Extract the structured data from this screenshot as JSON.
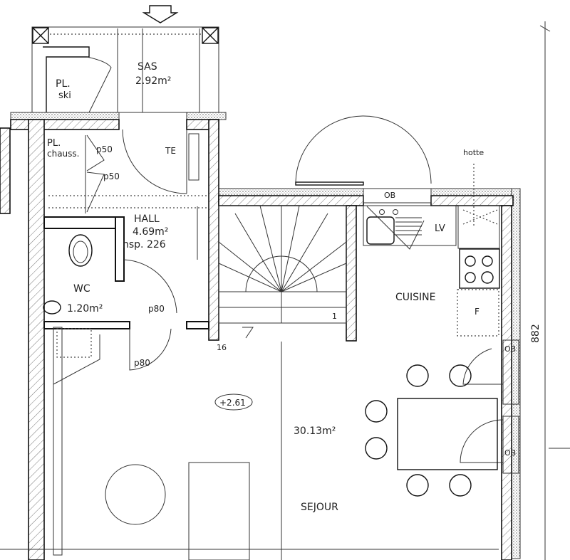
{
  "plan": {
    "entry_arrow": "down-arrow-icon",
    "rooms": {
      "sas": {
        "name": "SAS",
        "area": "2.92m²"
      },
      "ski": {
        "name": "PL.",
        "sub": "ski"
      },
      "chauss": {
        "name": "PL.",
        "sub": "chauss."
      },
      "hall": {
        "name": "HALL",
        "area": "4.69m²",
        "height": "hsp. 226"
      },
      "wc": {
        "name": "WC",
        "area": "1.20m²"
      },
      "cuisine": {
        "name": "CUISINE"
      },
      "sejour": {
        "name": "SEJOUR",
        "area": "30.13m²"
      }
    },
    "labels": {
      "p50_a": "p50",
      "p50_b": "p50",
      "te": "TE",
      "p80_wc": "p80",
      "p80_sejour": "p80",
      "ob_top": "OB",
      "ob_right1": "OB",
      "ob_right2": "OB",
      "hotte": "hotte",
      "lv": "LV",
      "f": "F",
      "stair_1": "1",
      "stair_16": "16",
      "level": "+2.61",
      "dimension": "882"
    }
  }
}
